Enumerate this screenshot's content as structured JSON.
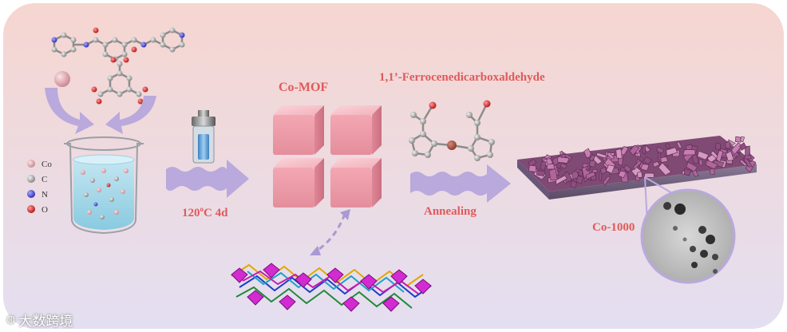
{
  "labels": {
    "co_mof": "Co-MOF",
    "reagent": "1,1’-Ferrocenedicarboxaldehyde",
    "condition_temp": "120",
    "condition_o": "o",
    "condition_rest": "C 4d",
    "annealing": "Annealing",
    "product": "Co-1000"
  },
  "legend": [
    {
      "symbol": "Co",
      "color": "#d9a0a8"
    },
    {
      "symbol": "C",
      "color": "#9a9a9a"
    },
    {
      "symbol": "N",
      "color": "#3d3ec8"
    },
    {
      "symbol": "O",
      "color": "#d41f1f"
    }
  ],
  "watermark": {
    "icon": "watermark-logo-icon",
    "text": "大数跨境"
  },
  "colors": {
    "bg_top": "#f6d6d0",
    "bg_bottom": "#e4dff1",
    "arrow": "#b9a9dc",
    "cube": "#f0a9b4",
    "label_red": "#e05a5a",
    "flake": "#a45a84"
  }
}
